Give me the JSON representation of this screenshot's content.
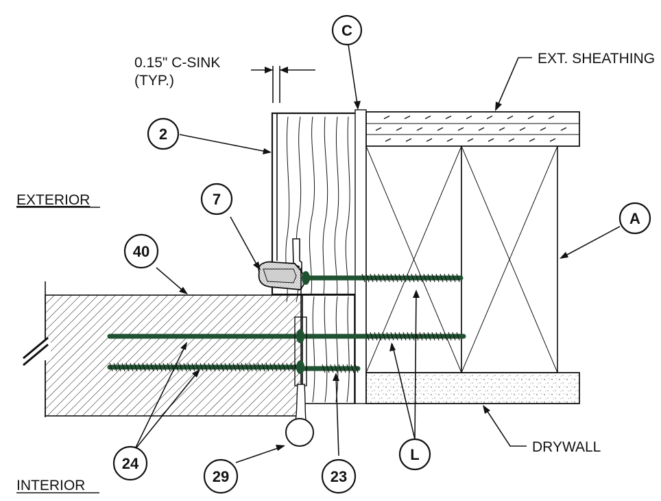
{
  "labels": {
    "csink": "0.15\" C-SINK",
    "typ": "(TYP.)",
    "ext_sheathing": "EXT. SHEATHING",
    "exterior": "EXTERIOR",
    "interior": "INTERIOR",
    "drywall": "DRYWALL"
  },
  "callouts": {
    "c": "C",
    "a": "A",
    "l": "L",
    "n2": "2",
    "n7": "7",
    "n40": "40",
    "n24": "24",
    "n29": "29",
    "n23": "23"
  },
  "colors": {
    "ink": "#111111",
    "screw": "#1f5230",
    "seal": "#dcdcdc",
    "paper": "#ffffff"
  },
  "icons": {
    "break_symbol": "double-slash-break-icon",
    "bulb_seal": "round-bulb-seal-icon"
  }
}
